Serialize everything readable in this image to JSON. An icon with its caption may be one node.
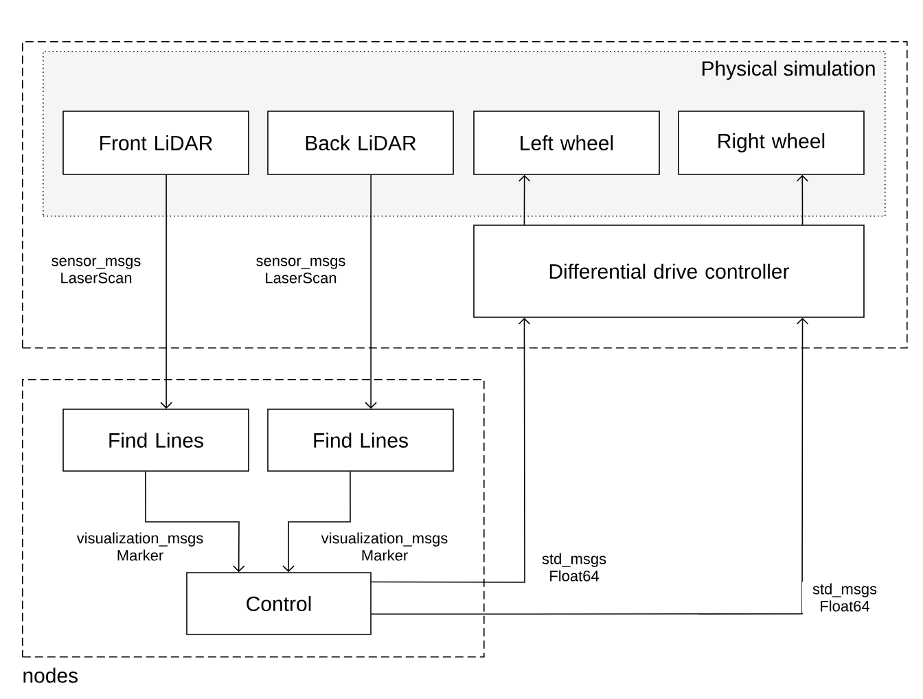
{
  "diagram": {
    "nodes": [
      {
        "text": [],
        "shape": "box"
      },
      {
        "text": [
          "Physical simulation"
        ],
        "in": 0
      },
      {
        "text": [
          "Front LiDAR"
        ],
        "in": 1
      },
      {
        "text": [
          "Back LiDAR"
        ],
        "in": 1
      },
      {
        "text": [
          "Left wheel"
        ],
        "in": 1
      },
      {
        "text": [
          "Right wheel"
        ],
        "in": 1
      },
      {
        "text": [
          "Differential drive controller"
        ],
        "in": 0
      },
      {
        "text": [
          "nodes"
        ]
      },
      {
        "text": [
          "Find Lines"
        ],
        "in": 7
      },
      {
        "text": [
          "Find Lines"
        ],
        "in": 7
      },
      {
        "text": [
          "Control"
        ],
        "in": 7
      }
    ],
    "edges": [
      {
        "from": 2,
        "to": 8,
        "arrow": "to",
        "label": "sensor_msgs LaserScan"
      },
      {
        "from": 3,
        "to": 9,
        "arrow": "to",
        "label": "sensor_msgs LaserScan"
      },
      {
        "from": 8,
        "to": 10,
        "arrow": "to",
        "label": "visualization_msgs Marker"
      },
      {
        "from": 9,
        "to": 10,
        "arrow": "to",
        "label": "visualization_msgs Marker"
      },
      {
        "from": 10,
        "to": 6,
        "arrow": "to",
        "label": "std_msgs Float64"
      },
      {
        "from": 10,
        "to": 6,
        "arrow": "to",
        "label": "std_msgs Float64"
      },
      {
        "from": 6,
        "to": 4,
        "arrow": "to"
      },
      {
        "from": 6,
        "to": 5,
        "arrow": "to"
      }
    ]
  }
}
